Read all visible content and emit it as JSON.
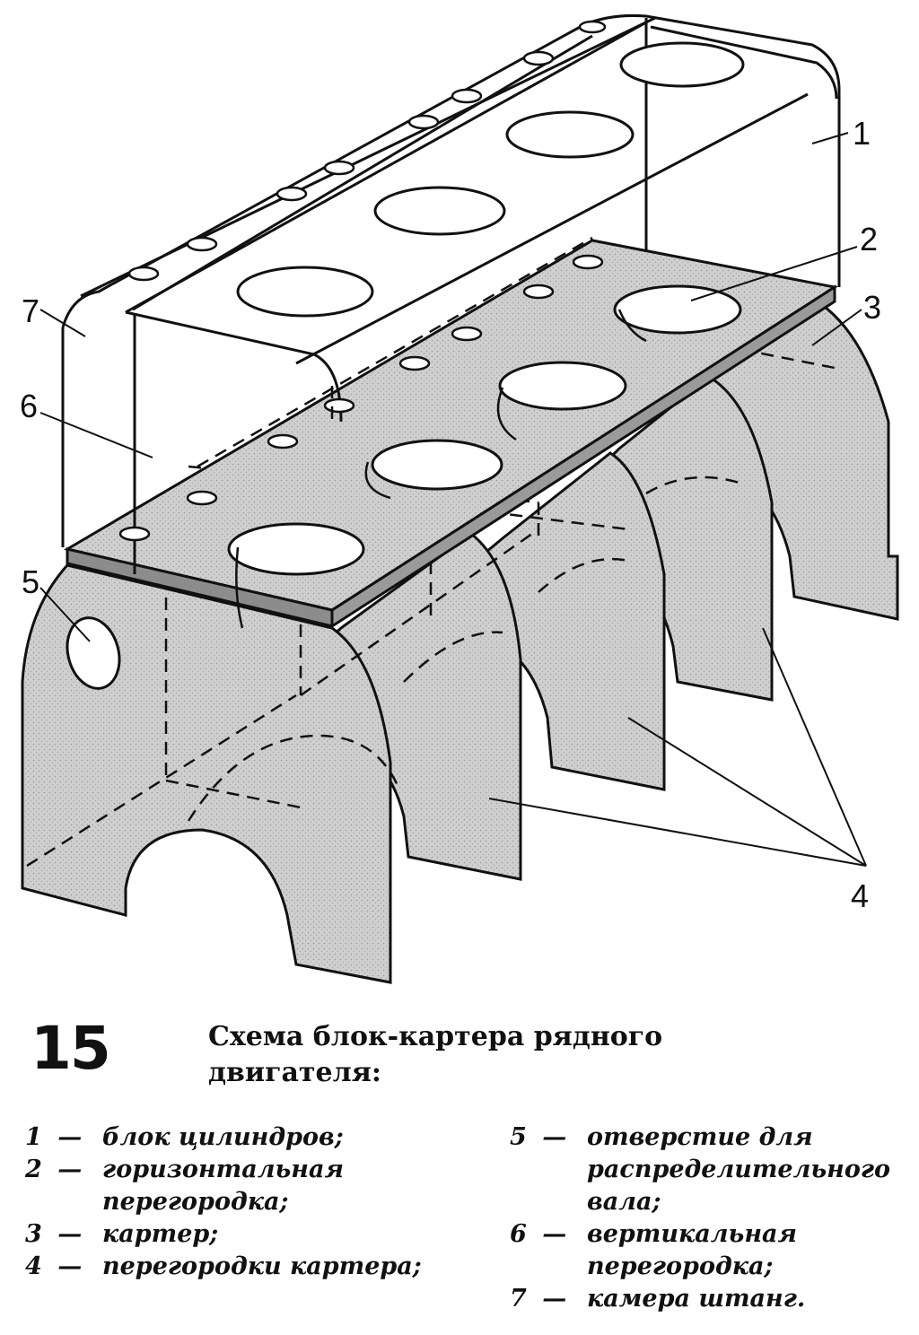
{
  "figure": {
    "number": "15",
    "caption": "Схема блок-картера рядного двигателя:"
  },
  "callouts": [
    "1",
    "2",
    "3",
    "4",
    "5",
    "6",
    "7"
  ],
  "legend": [
    {
      "num": "1",
      "text": "блок цилиндров;"
    },
    {
      "num": "2",
      "text": "горизонтальная перегородка;"
    },
    {
      "num": "3",
      "text": "картер;"
    },
    {
      "num": "4",
      "text": "перегородки картера;"
    },
    {
      "num": "5",
      "text": "отверстие для распределительного вала;"
    },
    {
      "num": "6",
      "text": "вертикальная перегородка;"
    },
    {
      "num": "7",
      "text": "камера штанг."
    }
  ],
  "colors": {
    "ink": "#111111",
    "fill": "#c8c8c8",
    "paper": "#ffffff"
  }
}
